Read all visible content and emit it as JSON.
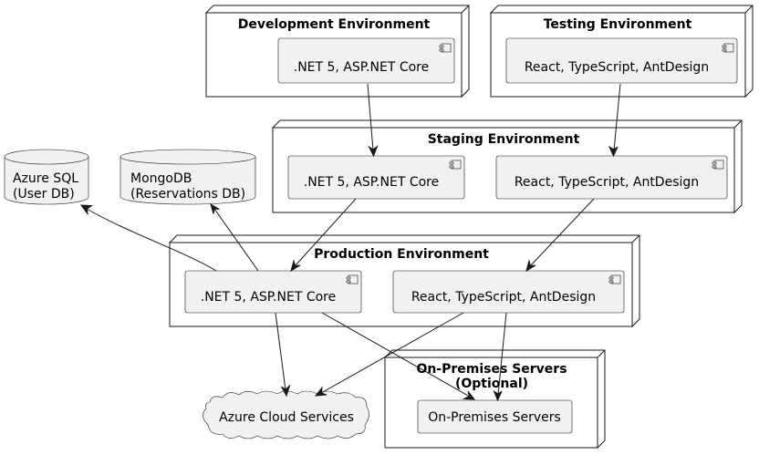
{
  "nodes": {
    "development": {
      "title": "Development Environment",
      "component": ".NET 5, ASP.NET Core"
    },
    "testing": {
      "title": "Testing Environment",
      "component": "React, TypeScript, AntDesign"
    },
    "staging": {
      "title": "Staging Environment",
      "backend": ".NET 5, ASP.NET Core",
      "frontend": "React, TypeScript, AntDesign"
    },
    "production": {
      "title": "Production Environment",
      "backend": ".NET 5, ASP.NET Core",
      "frontend": "React, TypeScript, AntDesign"
    },
    "onprem": {
      "title_line1": "On-Premises Servers",
      "title_line2": "(Optional)",
      "component": "On-Premises Servers"
    }
  },
  "databases": {
    "azure_sql": {
      "line1": "Azure SQL",
      "line2": "(User DB)"
    },
    "mongodb": {
      "line1": "MongoDB",
      "line2": "(Reservations DB)"
    }
  },
  "cloud": {
    "label": "Azure Cloud Services"
  },
  "colors": {
    "component_fill": "#f1f1f1",
    "stroke": "#181818",
    "background": "#ffffff"
  }
}
